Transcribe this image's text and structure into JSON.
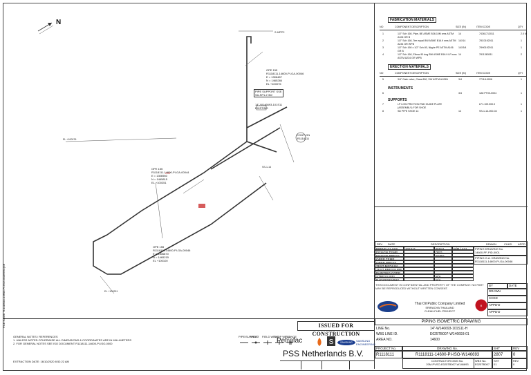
{
  "north": {
    "label": "N"
  },
  "fabrication": {
    "title": "FABRICATION MATERIALS",
    "headers": [
      "NO",
      "COMPONENT DESCRIPTION",
      "SIZE (IN)",
      "ITEM CODE",
      "QTY"
    ],
    "rows": [
      [
        "1",
        "1/2\" Sch 160, Pipe, BE ASME B36.10M sms ASTM A106 GR B",
        "14",
        "74361713011",
        "2.0 M"
      ],
      [
        "2",
        "1/2\" Sch 160, Tee equal BW ASME B16.9 sms ASTM A234 GR WPB",
        "14X14",
        "78C0192011",
        "1"
      ],
      [
        "3",
        "1/2\" Sch 160 x 1/2\" Sch 80, Nipple PE ASTM A106 GR B",
        "14X3/4",
        "78H0192011",
        "1"
      ],
      [
        "4",
        "1/2\" Sch 160, Elbow 90 deg BW ASME B16.9 LR sms ASTM A234 GR WPB",
        "14",
        "7811363011",
        "2"
      ]
    ]
  },
  "erection": {
    "title": "ERECTION MATERIALS",
    "headers": [
      "NO",
      "COMPONENT DESCRIPTION",
      "SIZE (IN)",
      "ITEM CODE",
      "QTY"
    ],
    "rows": [
      [
        "5",
        "3/4\" Gate valve, Class 800, SW ASTM A105N",
        "3/4",
        "77118-0006",
        "1"
      ]
    ]
  },
  "instruments": {
    "title": "INSTRUMENTS",
    "rows": [
      [
        "6",
        "",
        "3/4",
        "1A5 PT00-0004",
        "1"
      ]
    ]
  },
  "supports": {
    "title": "SUPPORTS",
    "rows": [
      [
        "7",
        "LP LOW FRICTION PAD GUIDE PLATE (ASSEMBLY) FOR SHOE",
        "",
        "LF1.109.000.0",
        "1"
      ],
      [
        "8",
        "SD PIPE SHOE 14",
        "14",
        "SS-1-14-000-04",
        "1"
      ]
    ]
  },
  "revision": {
    "headers": [
      "REV",
      "DATE",
      "DESCRIPTION",
      "DRAWN",
      "CHKD",
      "APPD"
    ]
  },
  "design": {
    "left": [
      [
        "PIPING CLASS",
        "101S11",
        "INSUL CODE",
        "N/M / 421"
      ],
      [
        "DESIGN TEMP",
        "",
        "DEG",
        ""
      ],
      [
        "DESIGN PRESS",
        "",
        "BARG",
        ""
      ],
      [
        "OPER TEMP",
        "",
        "",
        ""
      ],
      [
        "OPER PRESS",
        "",
        "",
        ""
      ],
      [
        "TEST MEDIUM",
        "",
        "",
        ""
      ],
      [
        "TEST PRESSURE",
        "",
        "",
        ""
      ],
      [
        "PAINTING CODE",
        "",
        "",
        ""
      ],
      [
        "STRESS REL.",
        "",
        "N/A",
        ""
      ],
      [
        "RADIOGRAPHY",
        "",
        "N/A",
        ""
      ]
    ],
    "right": [
      [
        "PIPING DRAWING No.",
        "14600-PF-PID-0001"
      ],
      [
        "PIPING G.A. DRAWING No.",
        "R1118111-14600-PI-GA-00046"
      ]
    ]
  },
  "disclaimer": "THIS DOCUMENT IS CONFIDENTIAL AND PROPERTY OF THE COMPANY. NO PART MAY BE REPRODUCED WITHOUT WRITTEN CONSENT.",
  "signoff": [
    "BY",
    "DATE",
    "DRAWN",
    "CHKD",
    "APPD'D",
    "APPD'D"
  ],
  "client": {
    "company": "Thai Oil Public Company Limited",
    "site": "SRIRACHA THAILAND",
    "project": "CLEAN FUEL PROJECT"
  },
  "title_block": {
    "title": "PIPING ISOMETRIC DRAWING",
    "line_no_label": "LINE No.",
    "line_no": "14\"-W146693-101S11-H",
    "wbs_label": "WBS LINE ID.",
    "wbs": "E025TB007-W146693-01",
    "area_label": "AREA NO.",
    "area": "14600",
    "project_label": "PROJECT No.",
    "drawing_label": "DRAWING No.",
    "sht_label": "SHT",
    "rev_label": "REV",
    "project": "R1118111",
    "drawing": "R1118111-14600-PI-ISO-W146693",
    "sht": "2807",
    "rev": "0",
    "contractor_label": "CONTRACTOR DWG No.",
    "contractor": "20M-PVSO-E025TB007-W146693",
    "wbs_no_label": "WBS No.",
    "wbs_no": "E025TB007",
    "sht2_label": "SHT",
    "sht2": "01",
    "rev2_label": "REV",
    "rev2": "0"
  },
  "stamp": "ISSUED FOR CONSTRUCTION",
  "logos": {
    "petrofac": "Petrofac",
    "samsung": "SAMSUNG",
    "samsung_eng": "SAMSUNG ENGINEERING",
    "pss": "PSS Netherlands B.V."
  },
  "notes": {
    "heading": "GENERAL NOTES / REFERENCES",
    "lines": [
      "1. UNLESS NOTED OTHERWISE ALL DIMENSIONS & COORDINATES ARE IN MILLIMETERS",
      "2. FOR GENERAL NOTES SEE ISO DOCUMENT R1118111-14600-PI-ISO-0000"
    ]
  },
  "legend": [
    "PIPE/SUPPORT",
    "WELD",
    "FIELD WELD",
    "SHOP WELD",
    "FLANGE"
  ],
  "extraction": "EXTRACTION DATE: 16/10/2020 8:52:22 AM",
  "side_label": "FILE NAME: R-1118111-14600-PI-ISO-W146693.pdf",
  "iso_labels": {
    "top": "2-MPP2",
    "ann1": "OPE 155\nR1118111-14600-PI-GA-00046\nE = 1306487\nN = 1465284\nEL +100076",
    "ann2": "PIPE SUPPORT SSE\nSA-SP1-2 3W",
    "ann3": "14\"-W146693-101S11\nEXISTING",
    "ann4": "OPE 155\nR1118111-14600-PI-GA-00044\nE = 1306960\nN = 1465815\nEL +100251",
    "ann5": "OPE 155\nR1118111-14600-PI-GA-00046\nE = 1306870\nN = 1465215\nEL +100100",
    "el1": "EL +100076",
    "el2": "EL +100251",
    "tag": "CST",
    "tag2": "SS-1-14",
    "cont": "CONT. ON\nR1118111"
  }
}
